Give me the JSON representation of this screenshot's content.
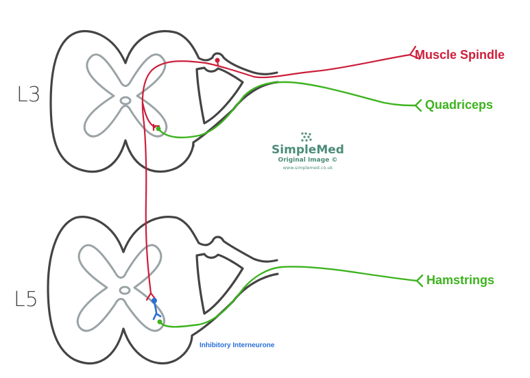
{
  "diagram": {
    "title": "Reciprocal inhibition reflex arc (L3 / L5)",
    "levels": [
      {
        "label": "L3"
      },
      {
        "label": "L5"
      }
    ],
    "labels": {
      "muscle_spindle": "Muscle Spindle",
      "quadriceps": "Quadriceps",
      "hamstrings": "Hamstrings",
      "inhibitory_interneurone": "Inhibitory Interneurone"
    },
    "watermark": {
      "brand": "SimpleMed",
      "subtitle": "Original Image ©",
      "url": "www.simplemed.co.uk"
    },
    "colors": {
      "sensory_neuron": "#cc1e3a",
      "motor_neuron": "#3db31e",
      "interneuron": "#2a6fd6",
      "cord_outline": "#444444",
      "grey_matter": "#9aa3a6",
      "watermark": "#4c8c78"
    }
  }
}
